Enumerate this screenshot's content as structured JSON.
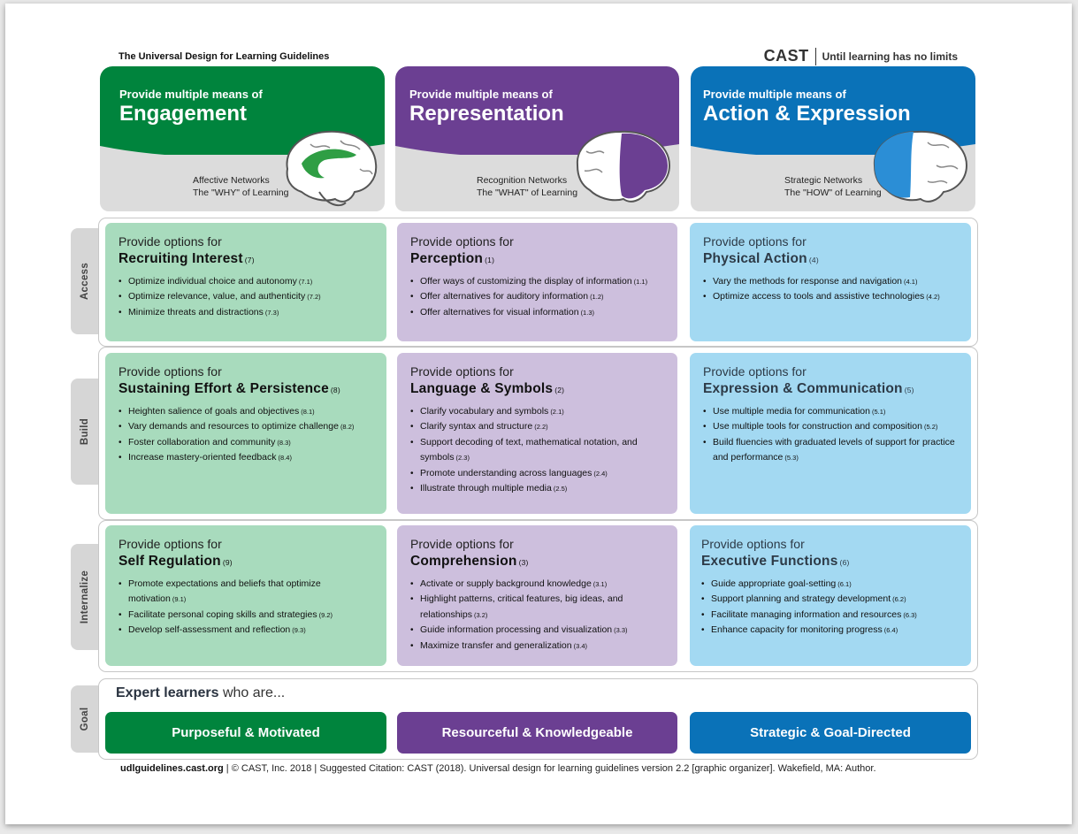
{
  "doc_title": "The Universal Design for Learning Guidelines",
  "brand": {
    "name": "CAST",
    "tagline": "Until learning has no limits"
  },
  "headers": [
    {
      "pre": "Provide multiple means of",
      "main": "Engagement",
      "net1": "Affective Networks",
      "net2": "The \"WHY\" of Learning"
    },
    {
      "pre": "Provide multiple means of",
      "main": "Representation",
      "net1": "Recognition Networks",
      "net2": "The \"WHAT\" of Learning"
    },
    {
      "pre": "Provide multiple means of",
      "main": "Action & Expression",
      "net1": "Strategic Networks",
      "net2": "The \"HOW\" of Learning"
    }
  ],
  "rows": [
    {
      "label": "Access"
    },
    {
      "label": "Build"
    },
    {
      "label": "Internalize"
    },
    {
      "label": "Goal"
    }
  ],
  "boxes": [
    {
      "pre": "Provide options for",
      "title": "Recruiting Interest",
      "num": "(7)",
      "items": [
        {
          "text": "Optimize individual choice and autonomy",
          "num": "(7.1)"
        },
        {
          "text": "Optimize relevance, value, and authenticity",
          "num": "(7.2)"
        },
        {
          "text": "Minimize threats and distractions",
          "num": "(7.3)"
        }
      ]
    },
    {
      "pre": "Provide options for",
      "title": "Perception",
      "num": "(1)",
      "items": [
        {
          "text": "Offer ways of customizing the display of information",
          "num": "(1.1)"
        },
        {
          "text": "Offer alternatives for auditory information",
          "num": "(1.2)"
        },
        {
          "text": "Offer alternatives for visual information",
          "num": "(1.3)"
        }
      ]
    },
    {
      "pre": "Provide options for",
      "title": "Physical Action",
      "num": "(4)",
      "items": [
        {
          "text": "Vary the methods for response and navigation",
          "num": "(4.1)"
        },
        {
          "text": "Optimize access to tools and assistive technologies",
          "num": "(4.2)"
        }
      ]
    },
    {
      "pre": "Provide options for",
      "title": "Sustaining Effort & Persistence",
      "num": "(8)",
      "items": [
        {
          "text": "Heighten salience of goals and objectives",
          "num": "(8.1)"
        },
        {
          "text": "Vary demands and resources to optimize challenge",
          "num": "(8.2)"
        },
        {
          "text": "Foster collaboration and community",
          "num": "(8.3)"
        },
        {
          "text": "Increase mastery-oriented feedback",
          "num": "(8.4)"
        }
      ]
    },
    {
      "pre": "Provide options for",
      "title": "Language & Symbols",
      "num": "(2)",
      "items": [
        {
          "text": "Clarify vocabulary and symbols",
          "num": "(2.1)"
        },
        {
          "text": "Clarify syntax and structure",
          "num": "(2.2)"
        },
        {
          "text": "Support decoding of text, mathematical notation, and symbols",
          "num": "(2.3)"
        },
        {
          "text": "Promote understanding across languages",
          "num": "(2.4)"
        },
        {
          "text": "Illustrate through multiple media",
          "num": "(2.5)"
        }
      ]
    },
    {
      "pre": "Provide options for",
      "title": "Expression & Communication",
      "num": "(5)",
      "items": [
        {
          "text": "Use multiple media for communication",
          "num": "(5.1)"
        },
        {
          "text": "Use multiple tools for construction and composition",
          "num": "(5.2)"
        },
        {
          "text": "Build fluencies with graduated levels of support for practice and performance",
          "num": "(5.3)"
        }
      ]
    },
    {
      "pre": "Provide options for",
      "title": "Self Regulation",
      "num": "(9)",
      "items": [
        {
          "text": "Promote expectations and beliefs that optimize motivation",
          "num": "(9.1)"
        },
        {
          "text": "Facilitate personal coping skills and strategies",
          "num": "(9.2)"
        },
        {
          "text": "Develop self-assessment and reflection",
          "num": "(9.3)"
        }
      ]
    },
    {
      "pre": "Provide options for",
      "title": "Comprehension",
      "num": "(3)",
      "items": [
        {
          "text": "Activate or supply background knowledge",
          "num": "(3.1)"
        },
        {
          "text": "Highlight patterns, critical features, big ideas, and relationships",
          "num": "(3.2)"
        },
        {
          "text": "Guide information processing and visualization",
          "num": "(3.3)"
        },
        {
          "text": "Maximize transfer and generalization",
          "num": "(3.4)"
        }
      ]
    },
    {
      "pre": "Provide options for",
      "title": "Executive Functions",
      "num": "(6)",
      "items": [
        {
          "text": "Guide appropriate goal-setting",
          "num": "(6.1)"
        },
        {
          "text": "Support planning and strategy development",
          "num": "(6.2)"
        },
        {
          "text": "Facilitate managing information and resources",
          "num": "(6.3)"
        },
        {
          "text": "Enhance capacity for monitoring progress",
          "num": "(6.4)"
        }
      ]
    }
  ],
  "goal": {
    "lead_bold": "Expert learners",
    "lead_rest": " who are...",
    "items": [
      "Purposeful & Motivated",
      "Resourceful & Knowledgeable",
      "Strategic & Goal-Directed"
    ]
  },
  "footer": {
    "site": "udlguidelines.cast.org",
    "rest": " | © CAST, Inc. 2018  |  Suggested Citation: CAST (2018). Universal design for learning guidelines version 2.2 [graphic organizer]. Wakefield, MA: Author."
  },
  "colors": {
    "engagement": "#00843d",
    "representation": "#6b3f92",
    "action": "#0a72b8",
    "green_box": "#a8dbbd",
    "purple_box": "#cdbfdd",
    "blue_box": "#a3d9f2"
  },
  "icons": [
    "brain-affective-icon",
    "brain-recognition-icon",
    "brain-strategic-icon"
  ]
}
